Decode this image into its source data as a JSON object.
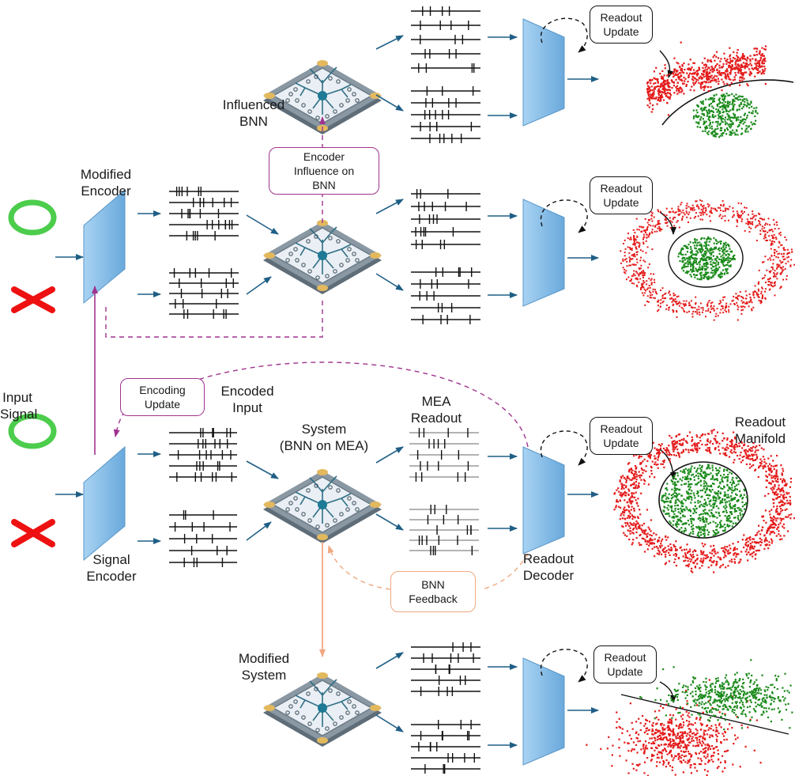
{
  "labels": {
    "input_signal": "Input\nSignal",
    "signal_encoder": "Signal\nEncoder",
    "modified_encoder": "Modified\nEncoder",
    "encoded_input": "Encoded\nInput",
    "system": "System\n(BNN on MEA)",
    "mea_readout": "MEA\nReadout",
    "readout_decoder": "Readout\nDecoder",
    "readout_manifold": "Readout\nManifold",
    "influenced_bnn": "Influenced\nBNN",
    "modified_system": "Modified\nSystem"
  },
  "boxes": {
    "readout_update": "Readout\nUpdate",
    "encoder_influence": "Encoder\nInfluence on\nBNN",
    "encoding_update": "Encoding\nUpdate",
    "bnn_feedback": "BNN\nFeedback"
  },
  "colors": {
    "arrow": "#1f5f86",
    "encoder": "#7fb6e0",
    "purple": "#a0338f",
    "orange": "#f2a880",
    "circle": "#4ccd4c",
    "cross": "#ee1111",
    "red_points": "#e41a1a",
    "green_points": "#1a8a1a"
  },
  "icons": [
    "green-circle-icon",
    "red-cross-icon",
    "chip-icon",
    "encoder-trapezoid-icon",
    "decoder-trapezoid-icon",
    "spike-train-icon",
    "scatter-manifold-icon"
  ]
}
